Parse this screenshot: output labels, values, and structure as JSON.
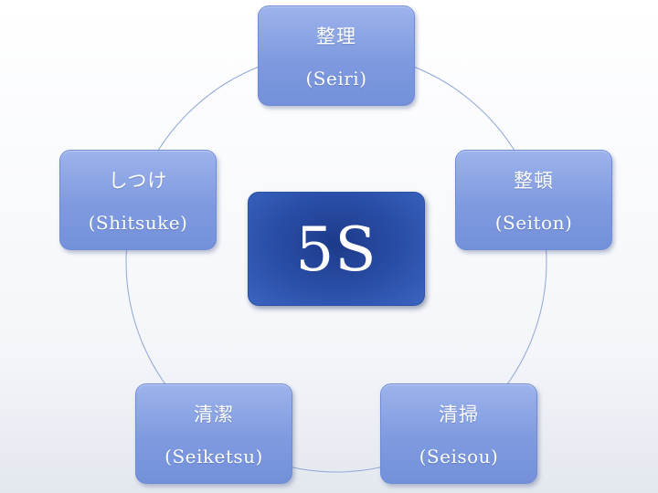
{
  "center": {
    "label": "5S"
  },
  "nodes": [
    {
      "jp": "整理",
      "en": "(Seiri)"
    },
    {
      "jp": "整頓",
      "en": "(Seiton)"
    },
    {
      "jp": "清掃",
      "en": "(Seisou)"
    },
    {
      "jp": "清潔",
      "en": "(Seiketsu)"
    },
    {
      "jp": "しつけ",
      "en": "(Shitsuke)"
    }
  ]
}
